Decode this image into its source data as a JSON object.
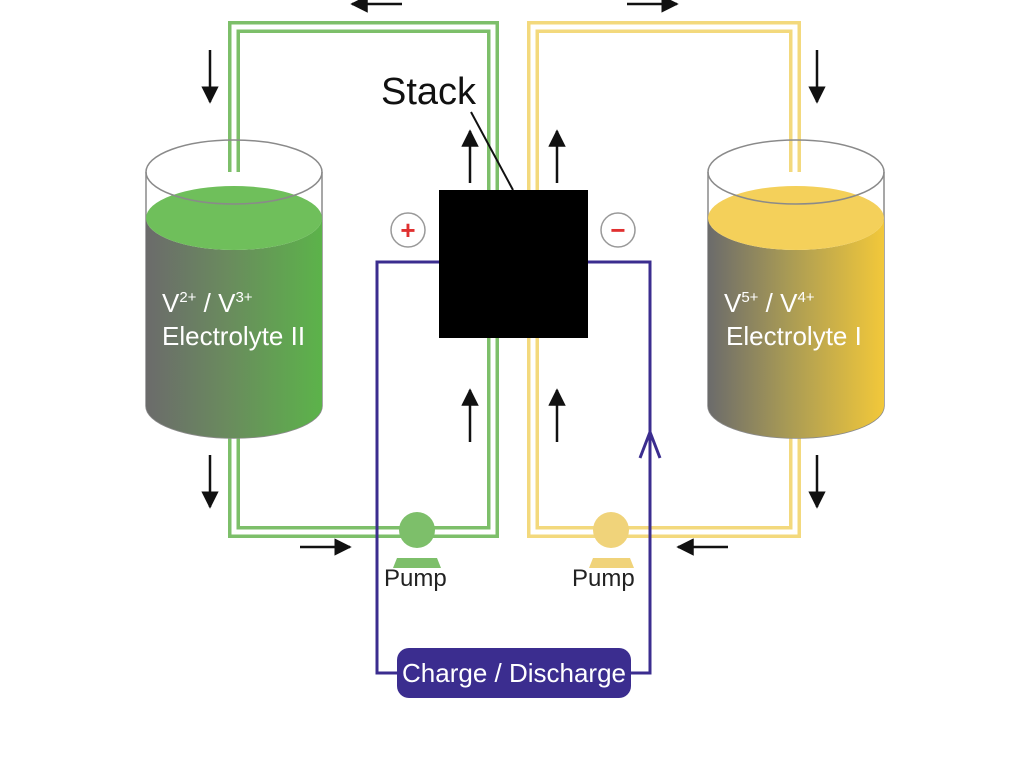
{
  "stack": {
    "label": "Stack"
  },
  "left_tank": {
    "ion_a": "V",
    "ion_a_sup": "2+",
    "separator": " / ",
    "ion_b": "V",
    "ion_b_sup": "3+",
    "name": "Electrolyte II"
  },
  "right_tank": {
    "ion_a": "V",
    "ion_a_sup": "5+",
    "separator": " / ",
    "ion_b": "V",
    "ion_b_sup": "4+",
    "name": "Electrolyte I"
  },
  "left_pump": {
    "label": "Pump"
  },
  "right_pump": {
    "label": "Pump"
  },
  "terminals": {
    "positive": "+",
    "negative": "−"
  },
  "control": {
    "label": "Charge / Discharge"
  },
  "colors": {
    "green_loop": "#7dbf6a",
    "yellow_loop": "#f3d97d",
    "green_fill": "#5aa84a",
    "yellow_fill": "#e9c63c",
    "wire": "#3b2d8f",
    "stack_fill": "#000000"
  }
}
